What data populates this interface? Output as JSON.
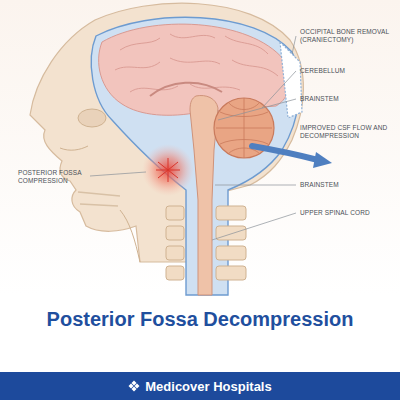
{
  "diagram": {
    "title": "Posterior Fossa Decompression",
    "nodes": [
      {
        "text": [
          "Medicover Hospitals"
        ]
      }
    ],
    "labels": [
      "OCCIPITAL BONE REMOVAL (CRANIECTOMY)",
      "CEREBELLUM",
      "BRAINSTEM",
      "IMPROVED CSF FLOW AND DECOMPRESSION",
      "BRAINSTEM",
      "UPPER SPINAL CORD",
      "POSTERIOR FOSSA COMPRESSION"
    ]
  }
}
